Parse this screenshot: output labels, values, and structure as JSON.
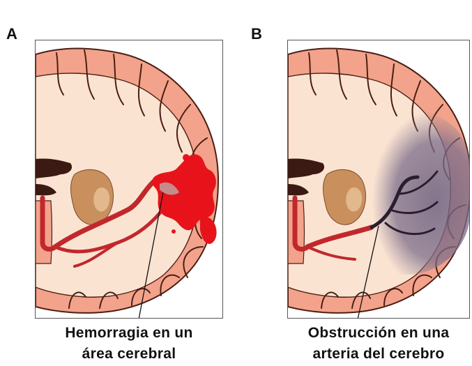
{
  "panels": [
    {
      "letter": "A",
      "caption_line1": "Hemorragia en un",
      "caption_line2": "área cerebral"
    },
    {
      "letter": "B",
      "caption_line1": "Obstrucción en una",
      "caption_line2": "arteria del cerebro"
    }
  ],
  "colors": {
    "cortex_pink": "#f3a38b",
    "white_matter": "#fbe3d2",
    "outline": "#4a1e14",
    "basal_ganglia": "#c9905e",
    "artery": "#c0282c",
    "hemorrhage": "#e8131a",
    "ischemia": "#6f6080"
  }
}
